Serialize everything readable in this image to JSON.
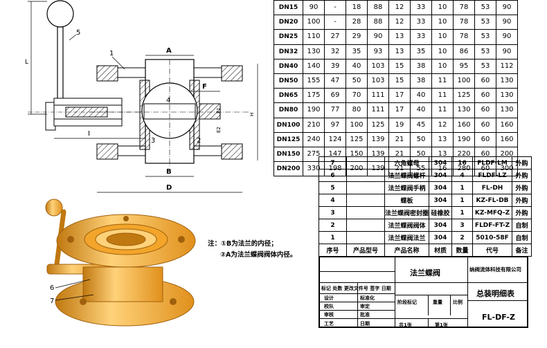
{
  "dimension_table": {
    "rows": [
      [
        "DN15",
        "90",
        "-",
        "18",
        "88",
        "12",
        "33",
        "10",
        "78",
        "53",
        "90"
      ],
      [
        "DN20",
        "100",
        "-",
        "28",
        "88",
        "12",
        "33",
        "10",
        "78",
        "53",
        "90"
      ],
      [
        "DN25",
        "110",
        "27",
        "29",
        "90",
        "13",
        "33",
        "10",
        "78",
        "53",
        "90"
      ],
      [
        "DN32",
        "130",
        "32",
        "35",
        "93",
        "13",
        "35",
        "10",
        "86",
        "53",
        "90"
      ],
      [
        "DN40",
        "140",
        "39",
        "40",
        "103",
        "15",
        "38",
        "10",
        "95",
        "53",
        "112"
      ],
      [
        "DN50",
        "155",
        "47",
        "50",
        "103",
        "15",
        "38",
        "11",
        "100",
        "60",
        "130"
      ],
      [
        "DN65",
        "175",
        "69",
        "70",
        "111",
        "17",
        "40",
        "11",
        "125",
        "60",
        "130"
      ],
      [
        "DN80",
        "190",
        "77",
        "80",
        "111",
        "17",
        "40",
        "11",
        "130",
        "60",
        "130"
      ],
      [
        "DN100",
        "210",
        "97",
        "100",
        "125",
        "19",
        "45",
        "12",
        "160",
        "60",
        "160"
      ],
      [
        "DN125",
        "240",
        "124",
        "125",
        "139",
        "21",
        "50",
        "13",
        "190",
        "60",
        "160"
      ],
      [
        "DN150",
        "275",
        "147",
        "150",
        "139",
        "21",
        "50",
        "13",
        "220",
        "60",
        "200"
      ],
      [
        "DN200",
        "330",
        "198",
        "200",
        "139",
        "21",
        "55",
        "16",
        "280",
        "60",
        "300"
      ]
    ]
  },
  "bom": {
    "items": [
      [
        "7",
        "",
        "六角螺母",
        "304",
        "16",
        "FLDF-LM",
        "外购"
      ],
      [
        "6",
        "",
        "法兰蝶阀螺杆",
        "304",
        "4",
        "FLDF-LZ",
        "外购"
      ],
      [
        "5",
        "",
        "法兰蝶阀手柄",
        "304",
        "1",
        "FL-DH",
        "外购"
      ],
      [
        "4",
        "",
        "蝶板",
        "304",
        "1",
        "KZ-FL-DB",
        "外购"
      ],
      [
        "3",
        "",
        "法兰蝶阀密封圈",
        "硅橡胶",
        "1",
        "KZ-MFQ-Z",
        "外购"
      ],
      [
        "2",
        "",
        "法兰蝶阀阀体",
        "304",
        "3",
        "FLDF-FT-Z",
        "自制"
      ],
      [
        "1",
        "",
        "法兰蝶阀法兰",
        "304",
        "2",
        "5010-58F",
        "自制"
      ]
    ],
    "headers": [
      "序号",
      "产品型号",
      "产品名称",
      "材质",
      "数量",
      "代号",
      "备注"
    ]
  },
  "notes": {
    "line1": "注：①B为法兰的内径；",
    "line2": "②A为法兰蝶阀阀体内径。"
  },
  "title_block": {
    "product_name": "法兰蝶阀",
    "company": "纳阀流体科技有限公司",
    "doc_title": "总装明细表",
    "drawing_no": "FL-DF-Z",
    "mark_row": "标记  处数  更改文件号  签字  日期",
    "design": "设计",
    "standard": "标准化",
    "proof": "校队",
    "review": "审定",
    "audit": "审核",
    "approve": "批准",
    "process": "工艺",
    "date": "日期",
    "stage_mark": "阶段标记",
    "weight": "重量",
    "scale": "比例",
    "sheets_total": "共1张",
    "sheet_no": "第1张"
  },
  "drawing_labels": {
    "A": "A",
    "B": "B",
    "D": "D",
    "F": "F",
    "I": "I",
    "L": "L",
    "H": "H",
    "E1": "E1",
    "E2": "E2",
    "p1": "1",
    "p2": "2",
    "p3": "3",
    "p4": "4",
    "p5": "5",
    "p6": "6",
    "p7": "7"
  },
  "colors": {
    "line": "#000000",
    "hatch": "#000000",
    "valve_orange": "#f2a52a",
    "valve_dark": "#c07810",
    "valve_light": "#ffd27a"
  }
}
